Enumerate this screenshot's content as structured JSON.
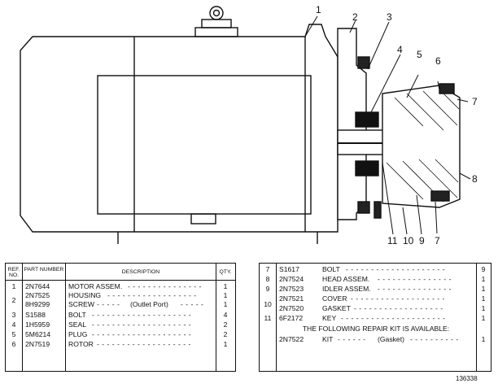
{
  "figure_id": "136338",
  "callouts": [
    "1",
    "2",
    "3",
    "4",
    "5",
    "6",
    "7",
    "8",
    "11",
    "10",
    "9",
    "7"
  ],
  "left_table": {
    "headers": {
      "ref_no": "REF. NO.",
      "part_number": "PART NUMBER",
      "description": "DESCRIPTION",
      "qty": "QTY."
    },
    "rows": [
      {
        "ref": "1",
        "part": "2N7644",
        "desc": "MOTOR ASSEM.",
        "qty": "1"
      },
      {
        "ref": "",
        "part": "2N7525",
        "desc": "HOUSING",
        "qty": "1"
      },
      {
        "ref": "2",
        "part": "8H9299",
        "desc": "SCREW",
        "note": "(Outlet Port)",
        "qty": "1"
      },
      {
        "ref": "3",
        "part": "S1588",
        "desc": "BOLT",
        "qty": "4"
      },
      {
        "ref": "4",
        "part": "1H5959",
        "desc": "SEAL",
        "qty": "2"
      },
      {
        "ref": "5",
        "part": "5M6214",
        "desc": "PLUG",
        "qty": "2"
      },
      {
        "ref": "6",
        "part": "2N7519",
        "desc": "ROTOR",
        "qty": "1"
      }
    ]
  },
  "right_table": {
    "rows": [
      {
        "ref": "7",
        "part": "S1617",
        "desc": "BOLT",
        "qty": "9"
      },
      {
        "ref": "8",
        "part": "2N7524",
        "desc": "HEAD ASSEM.",
        "qty": "1"
      },
      {
        "ref": "9",
        "part": "2N7523",
        "desc": "IDLER ASSEM.",
        "qty": "1"
      },
      {
        "ref": "",
        "part": "2N7521",
        "desc": "COVER",
        "qty": "1"
      },
      {
        "ref": "10",
        "part": "2N7520",
        "desc": "GASKET",
        "qty": "1"
      },
      {
        "ref": "11",
        "part": "6F2172",
        "desc": "KEY",
        "qty": "1"
      }
    ],
    "kit_notice": "THE FOLLOWING REPAIR KIT IS AVAILABLE:",
    "kit": {
      "part": "2N7522",
      "desc": "KIT",
      "note": "(Gasket)",
      "qty": "1"
    }
  }
}
